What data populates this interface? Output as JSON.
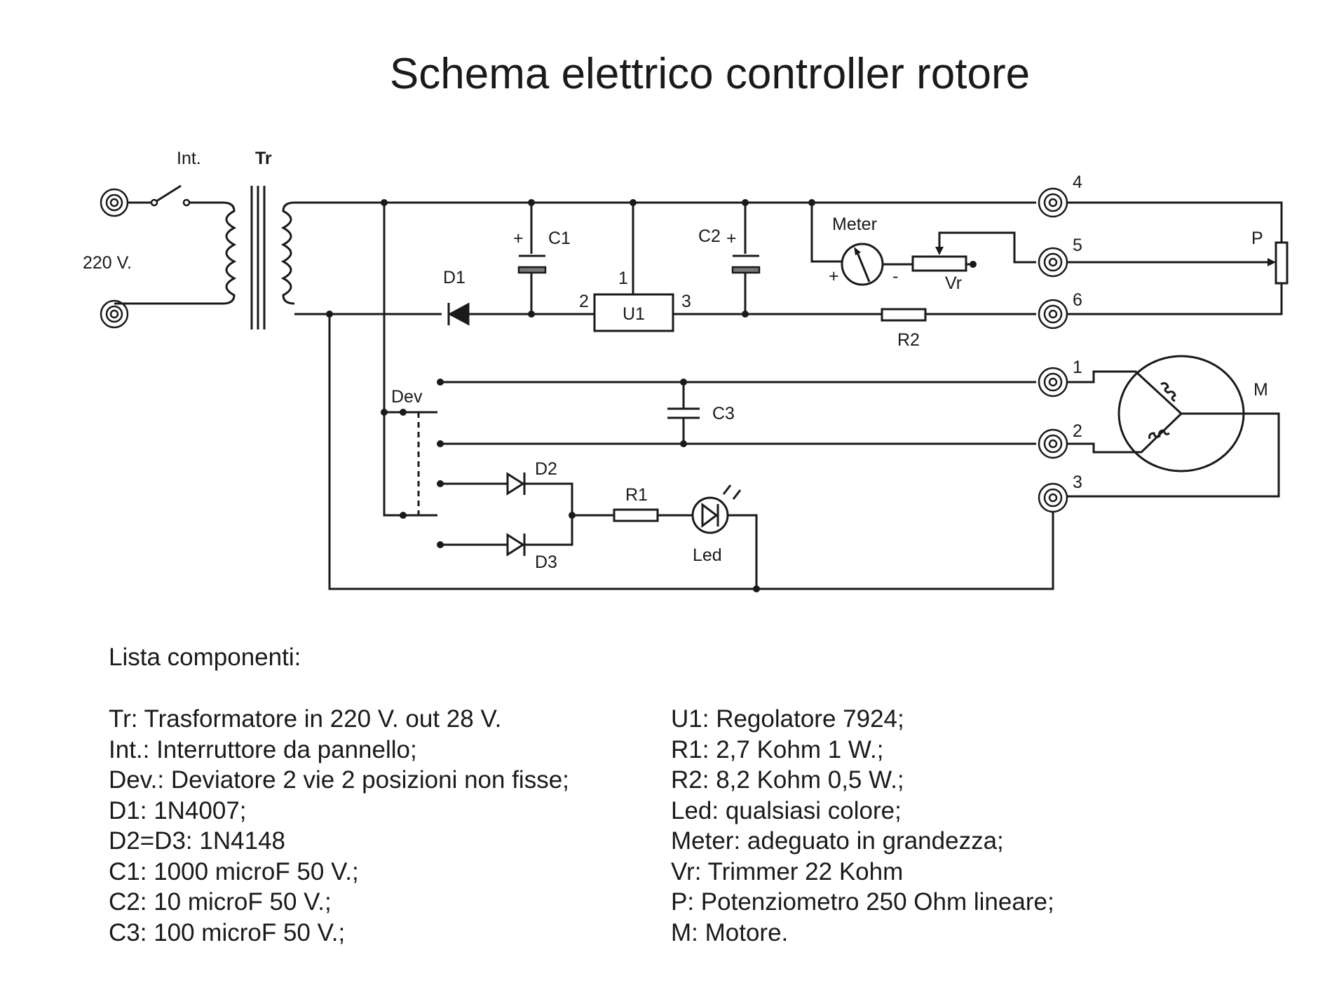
{
  "title": "Schema elettrico controller rotore",
  "labels": {
    "int": "Int.",
    "tr": "Tr",
    "mains": "220 V.",
    "c1": "C1",
    "c2": "C2",
    "c3": "C3",
    "d1": "D1",
    "d2": "D2",
    "d3": "D3",
    "u1": "U1",
    "u1_pin1": "1",
    "u1_pin2": "2",
    "u1_pin3": "3",
    "meter": "Meter",
    "vr": "Vr",
    "r1": "R1",
    "r2": "R2",
    "dev": "Dev",
    "led": "Led",
    "p": "P",
    "m": "M",
    "plus": "+",
    "minus": "-",
    "term1": "1",
    "term2": "2",
    "term3": "3",
    "term4": "4",
    "term5": "5",
    "term6": "6"
  },
  "components": {
    "heading": "Lista componenti:",
    "left": [
      "Tr: Trasformatore in 220 V. out 28 V.",
      "Int.: Interruttore da pannello;",
      "Dev.: Deviatore 2 vie 2 posizioni non fisse;",
      "D1: 1N4007;",
      "D2=D3: 1N4148",
      "C1: 1000 microF 50 V.;",
      "C2: 10 microF 50 V.;",
      "C3: 100 microF 50 V.;"
    ],
    "right": [
      "U1: Regolatore 7924;",
      "R1: 2,7 Kohm 1 W.;",
      "R2: 8,2 Kohm 0,5 W.;",
      "Led: qualsiasi colore;",
      "Meter: adeguato in grandezza;",
      "Vr: Trimmer 22 Kohm",
      "P: Potenziometro 250 Ohm lineare;",
      "M: Motore."
    ]
  }
}
